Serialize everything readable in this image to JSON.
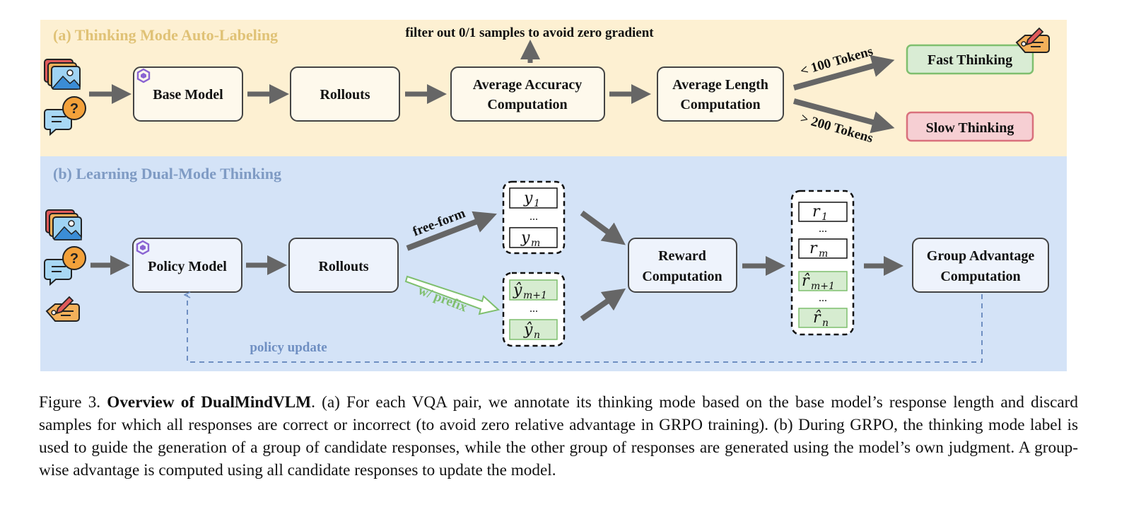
{
  "colors": {
    "panel_a_bg": "#fdf0d2",
    "panel_b_bg": "#d4e3f7",
    "panel_a_title": "#e0c276",
    "panel_b_title": "#7f9bc4",
    "box_a_fill": "#fef9ec",
    "box_b_fill": "#eef3fc",
    "fast_fill": "#d9ecd4",
    "fast_border": "#7fbf6e",
    "slow_fill": "#f6cfd3",
    "slow_border": "#d9707c",
    "arrow": "#666666",
    "prefix_green": "#7fbf6e",
    "dashed_blue": "#6f8fc2",
    "green_cell": "#d6ecd0"
  },
  "panel_a": {
    "title": "(a) Thinking Mode Auto-Labeling",
    "filter_note": "filter out 0/1 samples to avoid zero gradient",
    "base_model": "Base Model",
    "rollouts": "Rollouts",
    "avg_accuracy_line1": "Average Accuracy",
    "avg_accuracy_line2": "Computation",
    "avg_length_line1": "Average Length",
    "avg_length_line2": "Computation",
    "lt_tokens": "< 100 Tokens",
    "gt_tokens": "> 200 Tokens",
    "fast_thinking": "Fast Thinking",
    "slow_thinking": "Slow Thinking"
  },
  "panel_b": {
    "title": "(b) Learning Dual-Mode Thinking",
    "policy_model": "Policy Model",
    "rollouts": "Rollouts",
    "free_form": "free-form",
    "with_prefix": "w/ prefix",
    "reward_line1": "Reward",
    "reward_line2": "Computation",
    "group_adv_line1": "Group Advantage",
    "group_adv_line2": "Computation",
    "policy_update": "policy update",
    "dots": "...",
    "y1": {
      "base": "y",
      "sub": "1"
    },
    "ym": {
      "base": "y",
      "sub": "m"
    },
    "ym1": {
      "base": "ŷ",
      "sub": "m+1"
    },
    "yn": {
      "base": "ŷ",
      "sub": "n"
    },
    "r1": {
      "base": "r",
      "sub": "1"
    },
    "rm": {
      "base": "r",
      "sub": "m"
    },
    "rm1": {
      "base": "r̂",
      "sub": "m+1"
    },
    "rn": {
      "base": "r̂",
      "sub": "n"
    }
  },
  "icons": {
    "image_stack": "image-stack-icon",
    "question_chat": "question-chat-icon",
    "label_tag": "pen-tag-icon",
    "model_logo": "model-logo-icon"
  },
  "caption": {
    "label": "Figure 3.",
    "title": "Overview of DualMindVLM",
    "body": ". (a) For each VQA pair, we annotate its thinking mode based on the base model’s response length and discard samples for which all responses are correct or incorrect (to avoid zero relative advantage in GRPO training). (b) During GRPO, the thinking mode label is used to guide the generation of a group of candidate responses, while the other group of responses are generated using the model’s own judgment. A group-wise advantage is computed using all candidate responses to update the model."
  }
}
